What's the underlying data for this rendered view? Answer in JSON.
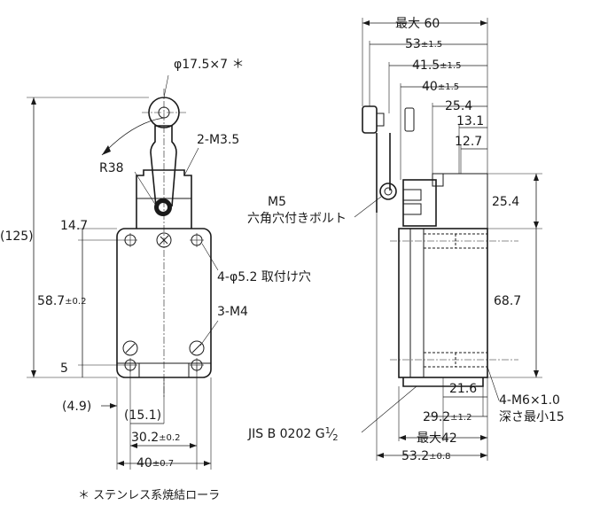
{
  "front_view": {
    "roller_dim": "φ17.5×7 ＊",
    "screw_label": "2-M3.5",
    "radius_label": "R38",
    "overall_height": "(125)",
    "dim_14_7": "14.7",
    "dim_58_7": "58.7",
    "dim_58_7_tol": "±0.2",
    "dim_5": "5",
    "dim_4_9": "(4.9)",
    "dim_15_1": "(15.1)",
    "dim_30_2": "30.2",
    "dim_30_2_tol": "±0.2",
    "dim_40": "40",
    "dim_40_tol": "±0.7",
    "mount_holes": "4-φ5.2 取付け穴",
    "m4_label": "3-M4"
  },
  "side_view": {
    "max_60": "最大 60",
    "dim_53": "53",
    "dim_53_tol": "±1.5",
    "dim_41_5": "41.5",
    "dim_41_5_tol": "±1.5",
    "dim_40": "40",
    "dim_40_tol": "±1.5",
    "dim_25_4_top": "25.4",
    "dim_13_1": "13.1",
    "dim_12_7": "12.7",
    "dim_25_4_right": "25.4",
    "dim_68_7": "68.7",
    "bolt_line1": "M5",
    "bolt_line2": "六角穴付きボルト",
    "dim_21_6": "21.6",
    "dim_29_2": "29.2",
    "dim_29_2_tol": "±1.2",
    "max_42": "最大42",
    "dim_53_2": "53.2",
    "dim_53_2_tol": "±0.8",
    "thread_line1": "4-M6×1.0",
    "thread_line2": "深さ最小15",
    "jis_label": "JIS B 0202 G",
    "jis_num": "1",
    "jis_den": "2"
  },
  "footnote": "＊ ステンレス系焼結ローラ"
}
